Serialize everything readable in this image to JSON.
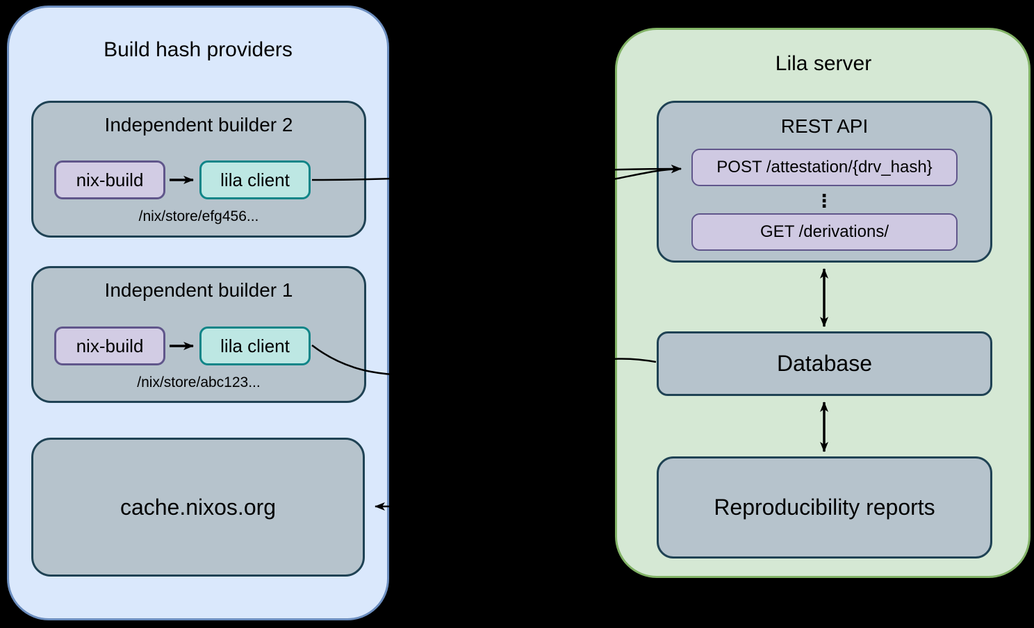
{
  "left_panel": {
    "title": "Build hash providers",
    "builders": [
      {
        "title": "Independent builder 2",
        "build_tool": "nix-build",
        "client": "lila client",
        "store_path": "/nix/store/efg456..."
      },
      {
        "title": "Independent builder 1",
        "build_tool": "nix-build",
        "client": "lila client",
        "store_path": "/nix/store/abc123..."
      }
    ],
    "cache_label": "cache.nixos.org"
  },
  "right_panel": {
    "title": "Lila server",
    "rest_api": {
      "title": "REST API",
      "endpoints": [
        "POST /attestation/{drv_hash}",
        "GET /derivations/"
      ],
      "ellipsis": "⋮"
    },
    "database_label": "Database",
    "reports_label": "Reproducibility reports"
  },
  "colors": {
    "background": "#000000",
    "providers_fill": "#dae8fc",
    "providers_stroke": "#6c8ebf",
    "server_fill": "#d5e8d4",
    "server_stroke": "#82b366",
    "node_fill": "#b6c3cc",
    "node_stroke": "#1f4254",
    "purple_fill": "#d2cce4",
    "purple_stroke": "#60568b",
    "teal_fill": "#bde7e3",
    "teal_stroke": "#0f8588",
    "endpoint_fill": "#cfc9e2",
    "arrow": "#000000"
  }
}
